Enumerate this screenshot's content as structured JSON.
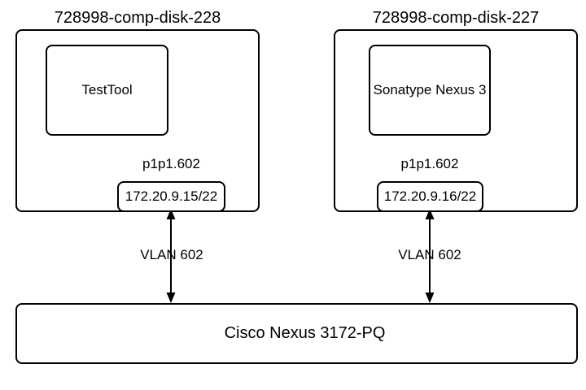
{
  "colors": {
    "stroke": "#000000",
    "background": "#ffffff",
    "text": "#000000"
  },
  "servers": [
    {
      "title": "728998-comp-disk-228",
      "app": "TestTool",
      "port": "p1p1.602",
      "ip": "172.20.9.15/22",
      "vlan": "VLAN 602"
    },
    {
      "title": "728998-comp-disk-227",
      "app": "Sonatype Nexus 3",
      "port": "p1p1.602",
      "ip": "172.20.9.16/22",
      "vlan": "VLAN 602"
    }
  ],
  "switch": {
    "label": "Cisco Nexus 3172-PQ"
  }
}
